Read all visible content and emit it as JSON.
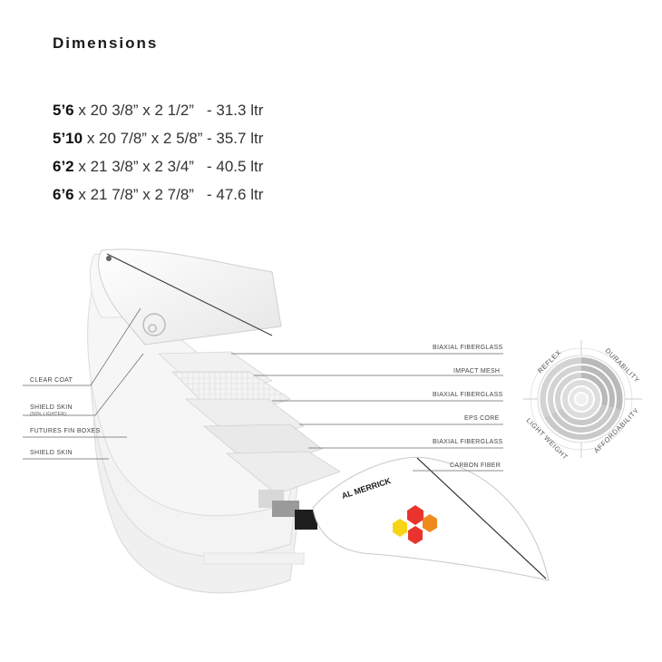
{
  "heading": "Dimensions",
  "dimensions": [
    {
      "length": "5’6",
      "spec": " x 20 3/8” x 2 1/2”",
      "volume": "- 31.3 ltr"
    },
    {
      "length": "5’10",
      "spec": " x 20 7/8” x 2 5/8”",
      "volume": "- 35.7 ltr"
    },
    {
      "length": "6’2",
      "spec": " x 21 3/8” x 2 3/4”",
      "volume": "- 40.5 ltr"
    },
    {
      "length": "6’6",
      "spec": " x 21 7/8” x 2 7/8”",
      "volume": "- 47.6 ltr"
    }
  ],
  "left_labels": {
    "clear_coat": "CLEAR COAT",
    "shield_skin": "SHIELD SKIN",
    "shield_skin_note": "(50% LIGHTER)",
    "futures_fin_boxes": "FUTURES FIN BOXES",
    "shield_skin_bottom": "SHIELD SKIN"
  },
  "right_labels": {
    "biaxial_1": "BIAXIAL FIBERGLASS",
    "impact_mesh": "IMPACT MESH",
    "biaxial_2": "BIAXIAL FIBERGLASS",
    "eps_core": "EPS CORE",
    "biaxial_3": "BIAXIAL FIBERGLASS",
    "carbon_fiber": "CARBON FIBER"
  },
  "radar": {
    "reflex": "REFLEX",
    "durability": "DURABILITY",
    "affordability": "AFFORDABILITY",
    "light_weight": "LIGHT WEIGHT"
  },
  "brand_wordmark": "AL MERRICK",
  "colors": {
    "logo_red": "#e8342c",
    "logo_orange": "#f08a1e",
    "logo_yellow": "#f7d417",
    "radar_fill": "#b9b9b9"
  }
}
